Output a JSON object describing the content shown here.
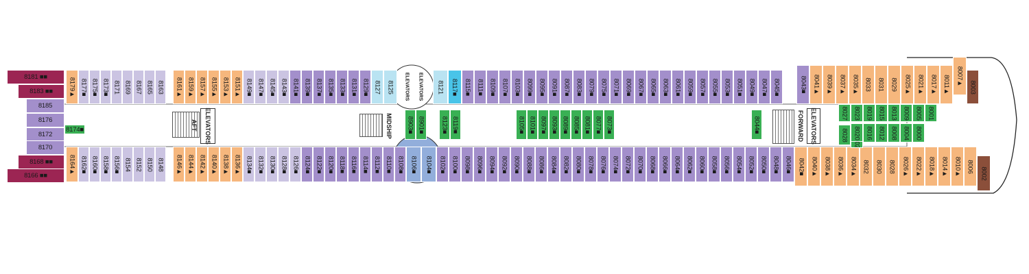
{
  "colors": {
    "purple": "#a38fcb",
    "lavender": "#cbc4e2",
    "orange": "#f6b77d",
    "green": "#39b054",
    "maroon": "#9c2553",
    "brown": "#8b4f3a",
    "lightblue": "#b9e3f2",
    "teal": "#49c4e8",
    "blue": "#92aedb"
  },
  "labels": {
    "aft_elevators": "ELEVATORS",
    "aft": "AFT",
    "midship": "MIDSHIP",
    "forward": "FORWARD",
    "fwd_elevators": "ELEVATORS",
    "mid_elevators_left": "ELEVATORS",
    "mid_elevators_right": "ELEVATORS"
  },
  "aft_block": [
    {
      "num": "8181 ■■",
      "color": "maroon"
    },
    {
      "num": "8183 ■■",
      "color": "maroon"
    },
    {
      "num": "8185",
      "color": "purple"
    },
    {
      "num": "8176",
      "color": "purple"
    },
    {
      "num": "8172",
      "color": "purple"
    },
    {
      "num": "8170",
      "color": "purple"
    },
    {
      "num": "8168 ■■",
      "color": "maroon"
    },
    {
      "num": "8166 ■■",
      "color": "maroon"
    }
  ],
  "c8174": {
    "num": "8174■",
    "color": "green"
  },
  "upper_row": [
    {
      "num": "8179▲",
      "color": "orange"
    },
    {
      "num": "8177■",
      "color": "lavender"
    },
    {
      "num": "8175■",
      "color": "lavender"
    },
    {
      "num": "8173■",
      "color": "lavender"
    },
    {
      "num": "8171",
      "color": "lavender"
    },
    {
      "num": "8169",
      "color": "lavender"
    },
    {
      "num": "8167",
      "color": "lavender"
    },
    {
      "num": "8165",
      "color": "lavender"
    },
    {
      "num": "8163",
      "color": "lavender"
    },
    {
      "num": "8161▲",
      "color": "orange"
    },
    {
      "num": "8159▲",
      "color": "orange"
    },
    {
      "num": "8157▲",
      "color": "orange"
    },
    {
      "num": "8155▲",
      "color": "orange"
    },
    {
      "num": "8153▲",
      "color": "orange"
    },
    {
      "num": "8151▲",
      "color": "orange"
    },
    {
      "num": "8149■",
      "color": "lavender"
    },
    {
      "num": "8147■",
      "color": "lavender"
    },
    {
      "num": "8145■",
      "color": "lavender"
    },
    {
      "num": "8143■",
      "color": "lavender"
    },
    {
      "num": "8141■",
      "color": "purple"
    },
    {
      "num": "8139■",
      "color": "purple"
    },
    {
      "num": "8137■",
      "color": "purple"
    },
    {
      "num": "8135■",
      "color": "purple"
    },
    {
      "num": "8133■",
      "color": "purple"
    },
    {
      "num": "8131■",
      "color": "purple"
    },
    {
      "num": "8129■",
      "color": "purple"
    },
    {
      "num": "8127",
      "color": "lightblue"
    },
    {
      "num": "8125",
      "color": "lightblue"
    },
    {
      "num": "8121",
      "color": "lightblue"
    },
    {
      "num": "8117■",
      "color": "teal"
    },
    {
      "num": "8115■",
      "color": "purple"
    },
    {
      "num": "8111■",
      "color": "purple"
    },
    {
      "num": "8109■",
      "color": "purple"
    },
    {
      "num": "8107■",
      "color": "purple"
    },
    {
      "num": "8103■",
      "color": "purple"
    },
    {
      "num": "8099■",
      "color": "purple"
    },
    {
      "num": "8095■",
      "color": "purple"
    },
    {
      "num": "8091■",
      "color": "purple"
    },
    {
      "num": "8087■",
      "color": "purple"
    },
    {
      "num": "8083■",
      "color": "purple"
    },
    {
      "num": "8079■",
      "color": "purple"
    },
    {
      "num": "8075■",
      "color": "purple"
    },
    {
      "num": "8071■",
      "color": "purple"
    },
    {
      "num": "8069■",
      "color": "purple"
    },
    {
      "num": "8067■",
      "color": "purple"
    },
    {
      "num": "8065■",
      "color": "purple"
    },
    {
      "num": "8063■",
      "color": "purple"
    },
    {
      "num": "8061■",
      "color": "purple"
    },
    {
      "num": "8059■",
      "color": "purple"
    },
    {
      "num": "8057■",
      "color": "purple"
    },
    {
      "num": "8055■",
      "color": "purple"
    },
    {
      "num": "8053■",
      "color": "purple"
    },
    {
      "num": "8051■",
      "color": "purple"
    },
    {
      "num": "8049■",
      "color": "purple"
    },
    {
      "num": "8047■",
      "color": "purple"
    },
    {
      "num": "8045■",
      "color": "purple"
    },
    {
      "num": "8043■",
      "color": "purple"
    },
    {
      "num": "8041▲",
      "color": "orange"
    },
    {
      "num": "8039▲",
      "color": "orange"
    },
    {
      "num": "8037▲",
      "color": "orange"
    },
    {
      "num": "8035▲",
      "color": "orange"
    },
    {
      "num": "8033",
      "color": "orange"
    },
    {
      "num": "8031",
      "color": "orange"
    },
    {
      "num": "8029",
      "color": "orange"
    },
    {
      "num": "8025▲",
      "color": "orange"
    },
    {
      "num": "8021▲",
      "color": "orange"
    },
    {
      "num": "8017▲",
      "color": "orange"
    },
    {
      "num": "8011▲",
      "color": "orange"
    },
    {
      "num": "8007▲",
      "color": "orange"
    },
    {
      "num": "8003",
      "color": "brown"
    }
  ],
  "lower_row": [
    {
      "num": "8164▲",
      "color": "orange"
    },
    {
      "num": "8162■",
      "color": "lavender"
    },
    {
      "num": "8160■",
      "color": "lavender"
    },
    {
      "num": "8158■",
      "color": "lavender"
    },
    {
      "num": "8156■",
      "color": "lavender"
    },
    {
      "num": "8154",
      "color": "lavender"
    },
    {
      "num": "8152",
      "color": "lavender"
    },
    {
      "num": "8150",
      "color": "lavender"
    },
    {
      "num": "8148",
      "color": "lavender"
    },
    {
      "num": "8146▲",
      "color": "orange"
    },
    {
      "num": "8144▲",
      "color": "orange"
    },
    {
      "num": "8142▲",
      "color": "orange"
    },
    {
      "num": "8140▲",
      "color": "orange"
    },
    {
      "num": "8138▲",
      "color": "orange"
    },
    {
      "num": "8136▲",
      "color": "orange"
    },
    {
      "num": "8134■",
      "color": "lavender"
    },
    {
      "num": "8132■",
      "color": "lavender"
    },
    {
      "num": "8130■",
      "color": "lavender"
    },
    {
      "num": "8128■",
      "color": "lavender"
    },
    {
      "num": "8126■",
      "color": "lavender"
    },
    {
      "num": "8124■",
      "color": "purple"
    },
    {
      "num": "8122■",
      "color": "purple"
    },
    {
      "num": "8120■",
      "color": "purple"
    },
    {
      "num": "8118■",
      "color": "purple"
    },
    {
      "num": "8116■",
      "color": "purple"
    },
    {
      "num": "8114■",
      "color": "purple"
    },
    {
      "num": "8112■",
      "color": "purple"
    },
    {
      "num": "8110■",
      "color": "purple"
    },
    {
      "num": "8108■",
      "color": "purple"
    },
    {
      "num": "8106■",
      "color": "blue"
    },
    {
      "num": "8104■",
      "color": "blue"
    },
    {
      "num": "8102■",
      "color": "purple"
    },
    {
      "num": "8100■",
      "color": "purple"
    },
    {
      "num": "8098■",
      "color": "purple"
    },
    {
      "num": "8096■",
      "color": "purple"
    },
    {
      "num": "8094■",
      "color": "purple"
    },
    {
      "num": "8092■",
      "color": "purple"
    },
    {
      "num": "8090■",
      "color": "purple"
    },
    {
      "num": "8088■",
      "color": "purple"
    },
    {
      "num": "8086■",
      "color": "purple"
    },
    {
      "num": "8084■",
      "color": "purple"
    },
    {
      "num": "8082■",
      "color": "purple"
    },
    {
      "num": "8080■",
      "color": "purple"
    },
    {
      "num": "8078■",
      "color": "purple"
    },
    {
      "num": "8076■",
      "color": "purple"
    },
    {
      "num": "8074■",
      "color": "purple"
    },
    {
      "num": "8072■",
      "color": "purple"
    },
    {
      "num": "8070■",
      "color": "purple"
    },
    {
      "num": "8068■",
      "color": "purple"
    },
    {
      "num": "8066■",
      "color": "purple"
    },
    {
      "num": "8064■",
      "color": "purple"
    },
    {
      "num": "8062■",
      "color": "purple"
    },
    {
      "num": "8060■",
      "color": "purple"
    },
    {
      "num": "8058■",
      "color": "purple"
    },
    {
      "num": "8056■",
      "color": "purple"
    },
    {
      "num": "8054■",
      "color": "purple"
    },
    {
      "num": "8052■",
      "color": "purple"
    },
    {
      "num": "8050■",
      "color": "purple"
    },
    {
      "num": "8048■",
      "color": "purple"
    },
    {
      "num": "8046■",
      "color": "purple"
    },
    {
      "num": "8042■",
      "color": "orange"
    },
    {
      "num": "8040▲",
      "color": "orange"
    },
    {
      "num": "8038▲",
      "color": "orange"
    },
    {
      "num": "8036▲",
      "color": "orange"
    },
    {
      "num": "8034▲",
      "color": "orange"
    },
    {
      "num": "8032",
      "color": "orange"
    },
    {
      "num": "8030",
      "color": "orange"
    },
    {
      "num": "8028",
      "color": "orange"
    },
    {
      "num": "8026▲",
      "color": "orange"
    },
    {
      "num": "8022▲",
      "color": "orange"
    },
    {
      "num": "8018▲",
      "color": "orange"
    },
    {
      "num": "8014▲",
      "color": "orange"
    },
    {
      "num": "8010▲",
      "color": "orange"
    },
    {
      "num": "8006",
      "color": "orange"
    },
    {
      "num": "8002",
      "color": "brown"
    }
  ],
  "inner_cabins": [
    {
      "num": "8903■",
      "color": "green"
    },
    {
      "num": "8901■",
      "color": "green"
    },
    {
      "num": "8123■",
      "color": "green"
    },
    {
      "num": "8119■",
      "color": "green"
    },
    {
      "num": "8105■",
      "color": "green"
    },
    {
      "num": "8101■",
      "color": "green"
    },
    {
      "num": "8097■",
      "color": "green"
    },
    {
      "num": "8093■",
      "color": "green"
    },
    {
      "num": "8089■",
      "color": "green"
    },
    {
      "num": "8085■",
      "color": "green"
    },
    {
      "num": "8081■",
      "color": "green"
    },
    {
      "num": "8077■",
      "color": "green"
    },
    {
      "num": "8073■",
      "color": "green"
    },
    {
      "num": "8044■",
      "color": "green"
    }
  ],
  "forward_grid": [
    {
      "num": "8027",
      "color": "green"
    },
    {
      "num": "8023",
      "color": "green"
    },
    {
      "num": "8019",
      "color": "green"
    },
    {
      "num": "8015",
      "color": "green"
    },
    {
      "num": "8013",
      "color": "green"
    },
    {
      "num": "8009",
      "color": "green"
    },
    {
      "num": "8005",
      "color": "green"
    },
    {
      "num": "8001",
      "color": "green"
    },
    {
      "num": "8020",
      "color": "green"
    },
    {
      "num": "8016",
      "color": "green"
    },
    {
      "num": "8012",
      "color": "green"
    },
    {
      "num": "8008",
      "color": "green"
    },
    {
      "num": "8004",
      "color": "green"
    },
    {
      "num": "8000",
      "color": "green"
    },
    {
      "num": "8028",
      "color": "green"
    },
    {
      "num": "8024",
      "color": "green"
    }
  ]
}
